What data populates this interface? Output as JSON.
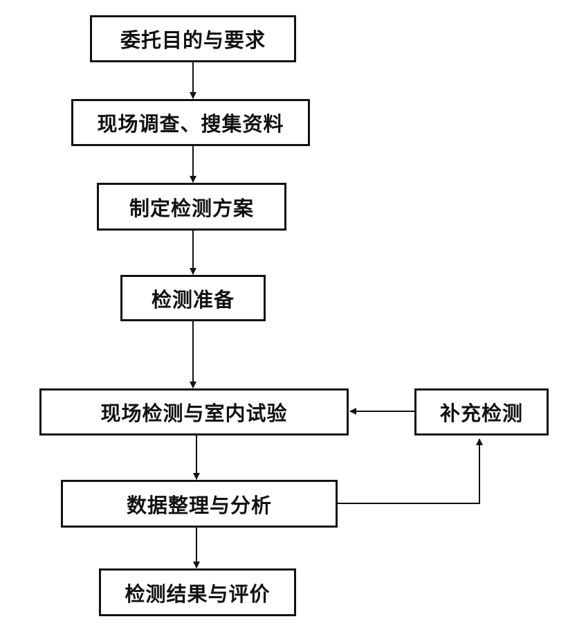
{
  "flowchart": {
    "nodes": {
      "commission": "委托目的与要求",
      "survey": "现场调查、搜集资料",
      "plan": "制定检测方案",
      "prepare": "检测准备",
      "field_test": "现场检测与室内试验",
      "supplement": "补充检测",
      "analysis": "数据整理与分析",
      "result": "检测结果与评价"
    }
  },
  "colors": {
    "line": "#111111",
    "background": "#ffffff"
  }
}
